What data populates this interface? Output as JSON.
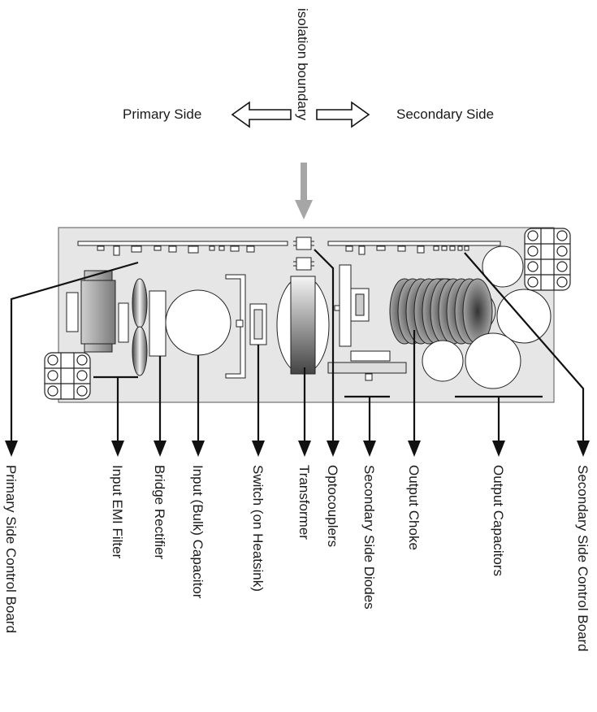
{
  "header": {
    "isolation_boundary": "isolation boundary",
    "primary_side": "Primary Side",
    "secondary_side": "Secondary Side"
  },
  "components": [
    "Primary Side Control Board",
    "Input EMI Filter",
    "Bridge Rectifier",
    "Input (Bulk) Capacitor",
    "Switch (on Heatsink)",
    "Transformer",
    "Optocouplers",
    "Secondary Side Diodes",
    "Output Choke",
    "Output Capacitors",
    "Secondary Side Control Board"
  ],
  "colors": {
    "board": "#e6e6e6",
    "outline": "#222222",
    "arrow_gray": "#a6a6a6"
  }
}
